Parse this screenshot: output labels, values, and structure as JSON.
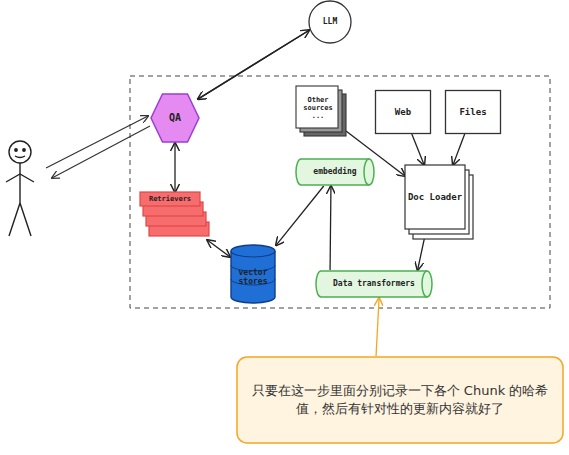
{
  "diagram": {
    "nodes": [
      {
        "text": [
          "LLM"
        ]
      },
      {
        "text": [
          "QA"
        ]
      },
      {
        "text": [
          "Other sources ..."
        ]
      },
      {
        "text": [
          "Web"
        ]
      },
      {
        "text": [
          "Files"
        ]
      },
      {
        "text": [
          "embedding"
        ]
      },
      {
        "text": [
          "Retrievers"
        ]
      },
      {
        "text": [
          "Doc Loader"
        ]
      },
      {
        "text": [
          "vector stores"
        ]
      },
      {
        "text": [
          "Data transformers"
        ]
      },
      {
        "text": [
          "只要在这一步里面分别记录一下各个 Chunk 的哈希值，然后有针对性的更新内容就好了"
        ]
      }
    ],
    "edges": [
      {
        "from": 1,
        "to": 0,
        "arrow": "to"
      },
      {
        "from": 0,
        "to": 1,
        "arrow": "to"
      },
      {
        "from": 1,
        "to": 6,
        "arrow": "both"
      },
      {
        "from": 6,
        "to": 8,
        "arrow": "both"
      },
      {
        "from": 5,
        "to": 8,
        "arrow": "to"
      },
      {
        "from": 9,
        "to": 5,
        "arrow": "to"
      },
      {
        "from": 2,
        "to": 7,
        "arrow": "to"
      },
      {
        "from": 3,
        "to": 7,
        "arrow": "to"
      },
      {
        "from": 4,
        "to": 7,
        "arrow": "to"
      },
      {
        "from": 7,
        "to": 9,
        "arrow": "to"
      },
      {
        "from": 10,
        "to": 9,
        "arrow": "to"
      }
    ]
  }
}
